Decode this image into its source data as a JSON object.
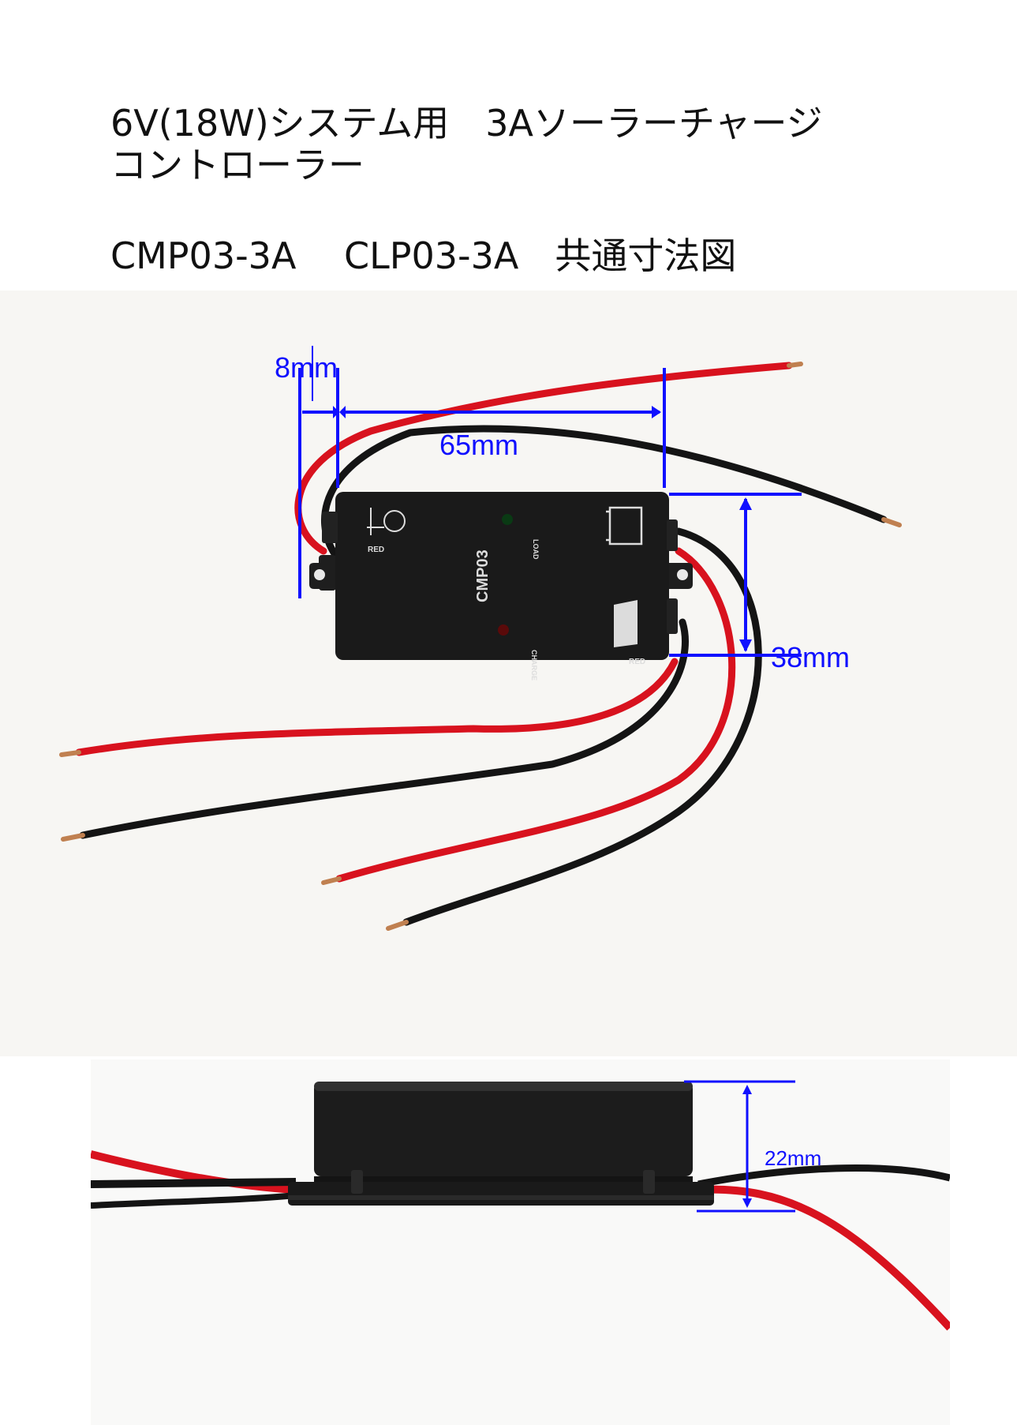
{
  "title": {
    "line1": "6V(18W)システム用　3Aソーラーチャージ",
    "line2": "コントローラー",
    "line3": "CMP03-3A　 CLP03-3A　共通寸法図"
  },
  "top_view": {
    "module_model": "CMP03",
    "led_load_label": "LOAD",
    "led_charge_label": "CHARGE",
    "red_label_left": "RED",
    "red_label_right": "RED",
    "dimensions": {
      "flange": "8mm",
      "length": "65mm",
      "width": "38mm"
    }
  },
  "side_view": {
    "dimensions": {
      "height": "22mm"
    }
  },
  "colors": {
    "dimension_lines": "#1010ff",
    "wire_red": "#d8121e",
    "wire_black": "#141414",
    "module_body": "#1a1a1a"
  }
}
